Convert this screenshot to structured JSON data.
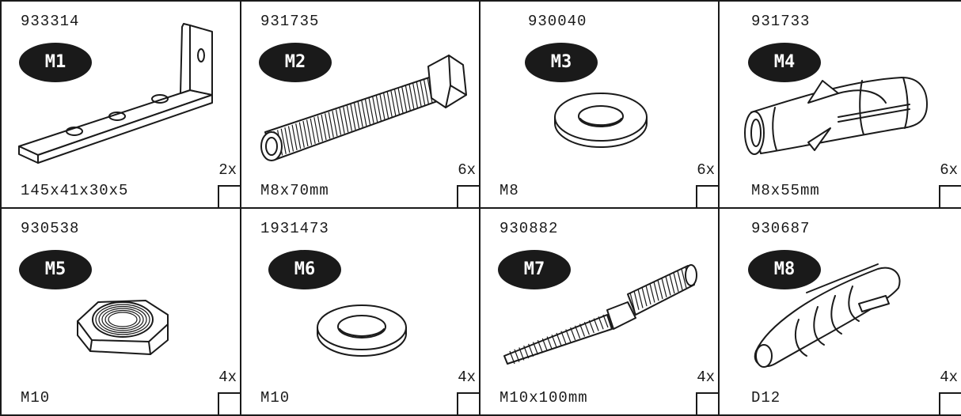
{
  "parts": [
    {
      "code": "933314",
      "id": "M1",
      "dims": "145x41x30x5",
      "qty": "2x",
      "icon": "angle-bracket-icon"
    },
    {
      "code": "931735",
      "id": "M2",
      "dims": "M8x70mm",
      "qty": "6x",
      "icon": "hex-bolt-icon"
    },
    {
      "code": "930040",
      "id": "M3",
      "dims": "M8",
      "qty": "6x",
      "icon": "washer-icon"
    },
    {
      "code": "931733",
      "id": "M4",
      "dims": "M8x55mm",
      "qty": "6x",
      "icon": "sleeve-anchor-icon"
    },
    {
      "code": "930538",
      "id": "M5",
      "dims": "M10",
      "qty": "4x",
      "icon": "hex-nut-icon"
    },
    {
      "code": "1931473",
      "id": "M6",
      "dims": "M10",
      "qty": "4x",
      "icon": "washer-icon"
    },
    {
      "code": "930882",
      "id": "M7",
      "dims": "M10x100mm",
      "qty": "4x",
      "icon": "hanger-bolt-icon"
    },
    {
      "code": "930687",
      "id": "M8",
      "dims": "D12",
      "qty": "4x",
      "icon": "wall-plug-icon"
    }
  ]
}
